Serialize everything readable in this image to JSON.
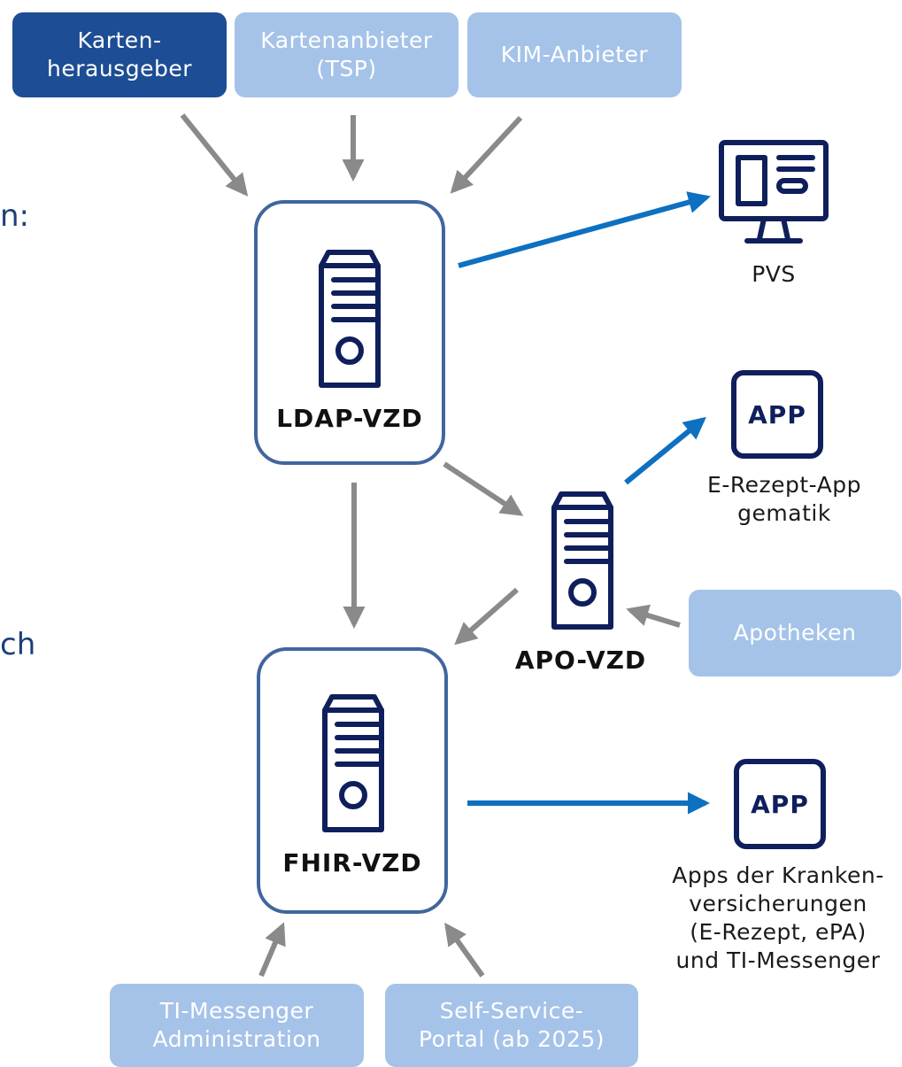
{
  "colors": {
    "dark_box": "#1d4d94",
    "light_box": "#a5c3e9",
    "frame": "#41669e",
    "icon": "#0f1f5c",
    "arrow_gray": "#8a8a8a",
    "arrow_blue": "#0e70c0"
  },
  "cut_text": {
    "left_top": "n:",
    "left_bottom": "ch"
  },
  "sources": {
    "kartenherausgeber": [
      "Karten-",
      "herausgeber"
    ],
    "kartenanbieter": [
      "Kartenanbieter",
      "(TSP)"
    ],
    "kim": [
      "KIM-Anbieter"
    ],
    "apotheken": [
      "Apotheken"
    ],
    "ti_messenger_admin": [
      "TI-Messenger",
      "Administration"
    ],
    "self_service": [
      "Self-Service-",
      "Portal (ab 2025)"
    ]
  },
  "servers": {
    "ldap": "LDAP-VZD",
    "apo": "APO-VZD",
    "fhir": "FHIR-VZD"
  },
  "consumers": {
    "pvs": {
      "icon": "monitor-icon",
      "lines": [
        "PVS"
      ]
    },
    "erezept_app": {
      "icon": "app-icon",
      "badge": "APP",
      "lines": [
        "E-Rezept-App",
        "gematik"
      ]
    },
    "kassen_apps": {
      "icon": "app-icon",
      "badge": "APP",
      "lines": [
        "Apps der Kranken-",
        "versicherungen",
        "(E-Rezept, ePA)",
        "und TI-Messenger"
      ]
    }
  }
}
